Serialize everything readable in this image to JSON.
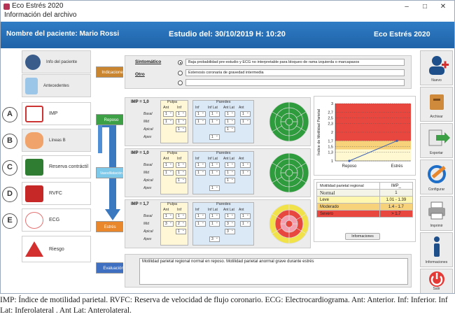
{
  "window": {
    "title": "Eco Estrés 2020",
    "subtitle": "Información del archivo",
    "min": "–",
    "max": "□",
    "close": "✕"
  },
  "header": {
    "patient": "Nombre del paciente: Mario Rossi",
    "study": "Estudio del: 30/10/2019 H: 10:20",
    "app": "Eco Estrés 2020"
  },
  "nav": {
    "items": [
      {
        "label": "Info del paciente",
        "letter": ""
      },
      {
        "label": "Antecedentes",
        "letter": ""
      },
      {
        "label": "IMP",
        "letter": "A"
      },
      {
        "label": "Líneas B",
        "letter": "B"
      },
      {
        "label": "Reserva contráctil",
        "letter": "C"
      },
      {
        "label": "RVFC",
        "letter": "D"
      },
      {
        "label": "ECG",
        "letter": "E"
      },
      {
        "label": "Riesgo",
        "letter": ""
      }
    ]
  },
  "flow": {
    "indicaciones": "Indicaciones",
    "reposo": "Reposo",
    "vasodilat": "Vasodilatación",
    "estres": "Estrés",
    "evaluacion": "Evaluación"
  },
  "indications": {
    "sintomatico": "Sintomático",
    "otro": "Otro",
    "opt1": "Baja probabilidad pre-estudio y ECG no interpretable para bloqueo de rama izquierda o marcapasos",
    "opt2": "Estenosis coronaria de gravedad intermedia",
    "opt3": ""
  },
  "stages": [
    {
      "imp": "IMP = 1,0",
      "pulpa": "Pulpa",
      "paredes": "Paredes",
      "pulpa_cols": [
        "Ant",
        "Inf"
      ],
      "paredes_cols": [
        "Inf",
        "Inf Lat",
        "Ant Lat",
        "Ant"
      ],
      "rows": [
        "Basal",
        "Mid",
        "Apical",
        "Apex"
      ],
      "vals": [
        [
          "1",
          "1",
          "1",
          "1",
          "1",
          "1"
        ],
        [
          "1",
          "1",
          "1",
          "1",
          "1",
          "1"
        ],
        [
          "",
          "1",
          "",
          "",
          "1",
          ""
        ],
        [
          "",
          "",
          "",
          "1",
          "",
          ""
        ]
      ]
    },
    {
      "imp": "IMP = 1,0",
      "pulpa": "Pulpa",
      "paredes": "Paredes",
      "pulpa_cols": [
        "Ant",
        "Inf"
      ],
      "paredes_cols": [
        "Inf",
        "Inf Lat",
        "Ant Lat",
        "Ant"
      ],
      "rows": [
        "Basal",
        "Mid",
        "Apical",
        "Apex"
      ],
      "vals": [
        [
          "1",
          "1",
          "1",
          "1",
          "1",
          "1"
        ],
        [
          "1",
          "1",
          "1",
          "1",
          "1",
          "1"
        ],
        [
          "",
          "1",
          "",
          "",
          "1",
          ""
        ],
        [
          "",
          "",
          "",
          "1",
          "",
          ""
        ]
      ]
    },
    {
      "imp": "IMP = 1,7",
      "pulpa": "Pulpa",
      "paredes": "Paredes",
      "pulpa_cols": [
        "Ant",
        "Inf"
      ],
      "paredes_cols": [
        "Inf",
        "Inf Lat",
        "Ant Lat",
        "Ant"
      ],
      "rows": [
        "Basal",
        "Mid",
        "Apical",
        "Apex"
      ],
      "vals": [
        [
          "1",
          "1",
          "1",
          "1",
          "1",
          "1"
        ],
        [
          "3",
          "2",
          "1",
          "1",
          "3",
          "1"
        ],
        [
          "",
          "1",
          "",
          "",
          "3",
          ""
        ],
        [
          "",
          "",
          "",
          "3",
          "",
          ""
        ]
      ]
    }
  ],
  "chart_data": {
    "type": "line",
    "categories": [
      "Reposo",
      "Estrés"
    ],
    "values": [
      1.0,
      1.7
    ],
    "ylabel": "Índice de Motilidad Parietal",
    "ylim": [
      1.0,
      3.0
    ],
    "yticks": [
      "3",
      "2,7",
      "2,5",
      "2,3",
      "2",
      "1,7",
      "1,5",
      "1,3",
      "1"
    ],
    "bands": [
      {
        "from": 1.0,
        "to": 1.4,
        "color": "#fff8d0"
      },
      {
        "from": 1.4,
        "to": 1.7,
        "color": "#f7d27a"
      },
      {
        "from": 1.7,
        "to": 3.0,
        "color": "#e8473f"
      }
    ]
  },
  "legend": {
    "h1": "Motilidad parietal regional",
    "h2": "IMP_",
    "rows": [
      {
        "name": "Normal",
        "val": "1",
        "color": "#f4f4e8"
      },
      {
        "name": "Leve",
        "val": "1.01 - 1.39",
        "color": "#fff6b0"
      },
      {
        "name": "Moderado",
        "val": "1.4 - 1.7",
        "color": "#f7d27a"
      },
      {
        "name": "Severo",
        "val": "> 1.7",
        "color": "#e8473f"
      }
    ]
  },
  "info_button": "Informaciones",
  "evaluation": "Motilidad parietal regional normal en reposo. Motilidad parietal anormal grave durante estrés",
  "right_nav": {
    "nuevo": "Nuevo",
    "archivar": "Archivar",
    "exportar": "Exportar",
    "configurar": "Configurar",
    "imprimir": "Imprimir",
    "info": "Informaciones",
    "salir": "Salir"
  },
  "caption": "IMP: Índice de motilidad parietal. RVFC: Reserva de velocidad de flujo coronario. ECG: Electrocardiograma. Ant: Anterior. Inf: Inferior. Inf Lat: Inferolateral . Ant Lat: Anterolateral.",
  "colors": {
    "header": "#2368ad",
    "green_tag": "#3ea046",
    "orange_tag": "#e8872b",
    "blue_tag": "#3f6fc0",
    "brown_tag": "#c9852f"
  }
}
